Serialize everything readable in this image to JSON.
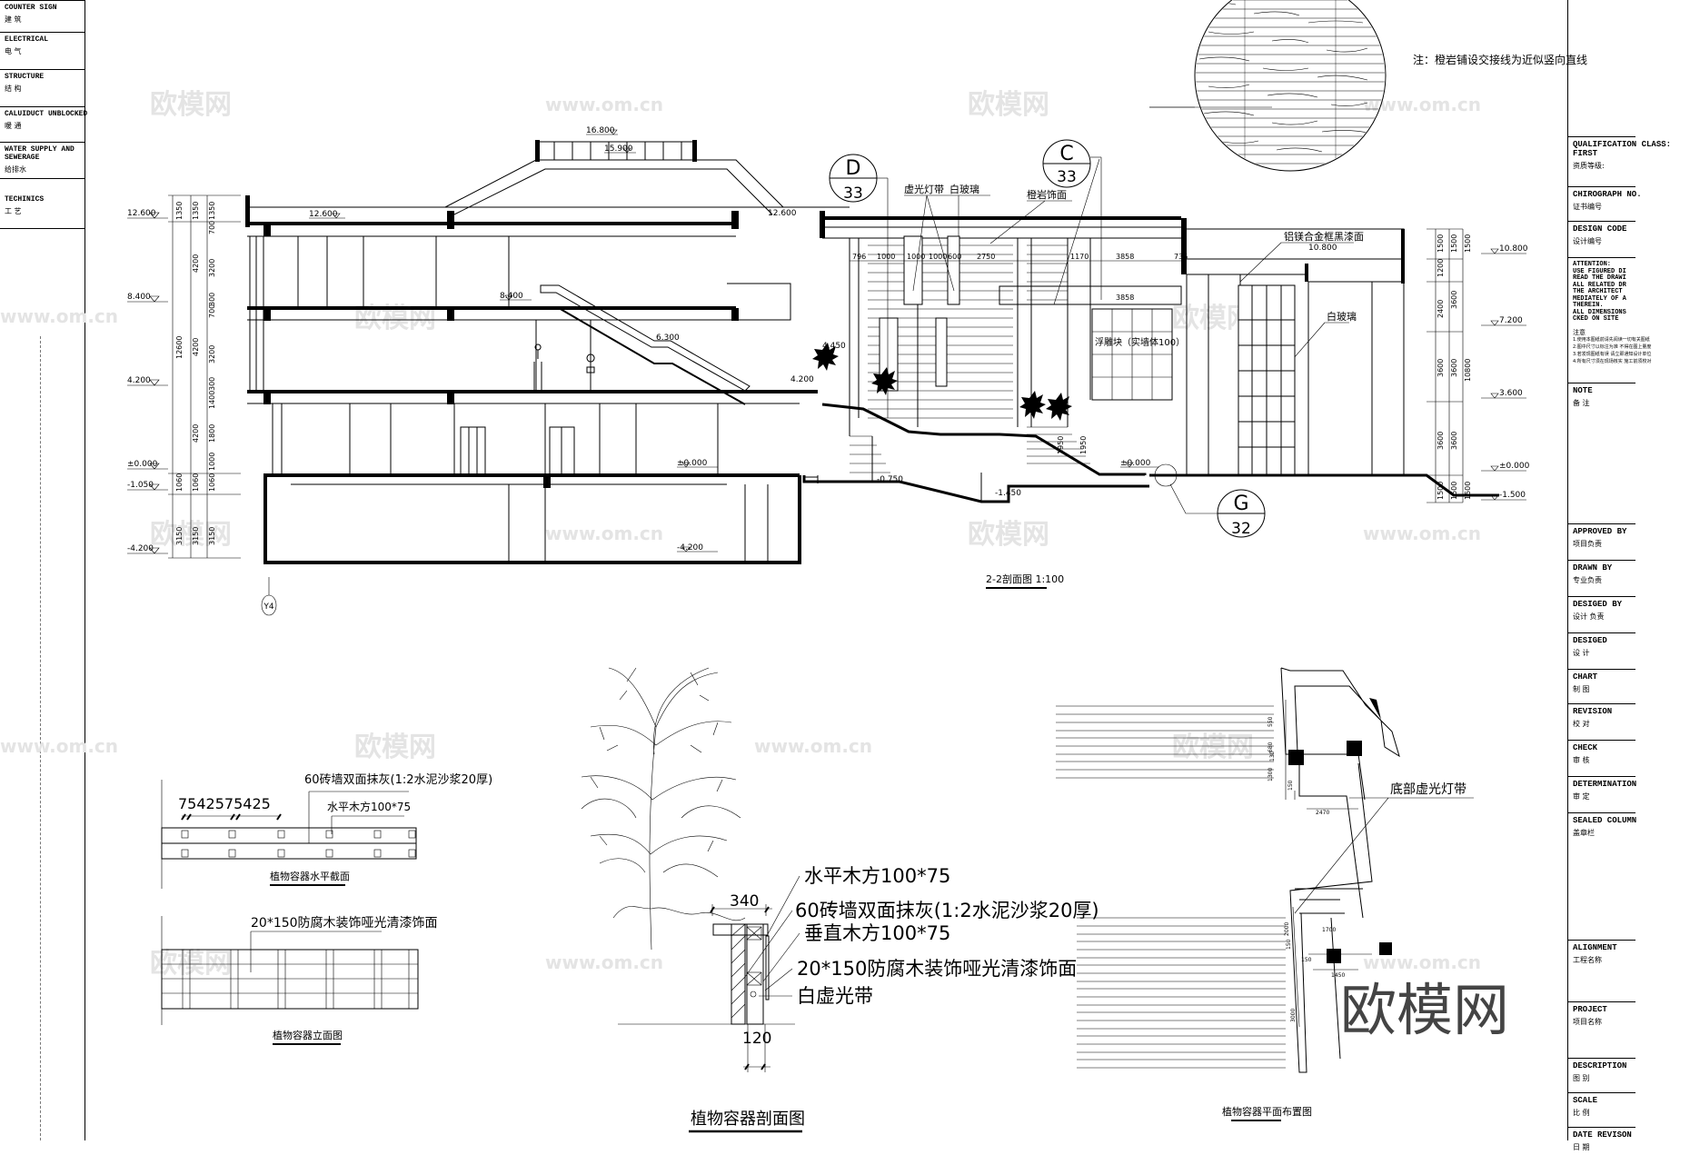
{
  "left_panel": {
    "rows": [
      {
        "en": "COUNTER SIGN",
        "cn": "建 筑"
      },
      {
        "en": "ELECTRICAL",
        "cn": "电 气"
      },
      {
        "en": "STRUCTURE",
        "cn": "结 构"
      },
      {
        "en": "CALUIDUCT UNBLOCKED",
        "cn": "暖 通"
      },
      {
        "en": "WATER SUPPLY AND SEWERAGE",
        "cn": "给排水"
      },
      {
        "en": "TECHINICS",
        "cn": "工 艺"
      }
    ]
  },
  "right_panel": {
    "rows": [
      {
        "en": "QUALIFICATION CLASS: FIRST",
        "cn": "资质等级:"
      },
      {
        "en": "CHIROGRAPH NO.",
        "cn": "证书编号"
      },
      {
        "en": "DESIGN CODE",
        "cn": "设计编号"
      }
    ],
    "attention": {
      "title": "ATTENTION:",
      "lines": [
        "USE FIGURED DI",
        "READ THE DRAWI",
        "ALL RELATED DR",
        "THE ARCHITECT",
        "MEDIATELY OF A",
        "THEREIN.",
        "ALL DIMENSIONS",
        "CKED ON SITE"
      ],
      "cn_title": "注意",
      "cn_lines": [
        "1.使用本图纸前请先阅读一切有关图纸",
        "2.图中尺寸以标注为准 不得在图上量度",
        "3.若发现图纸有误 请立即通知设计单位",
        "4.所有尺寸须在现场核实 施工前须校对"
      ]
    },
    "rows2": [
      {
        "en": "NOTE",
        "cn": "备  注"
      },
      {
        "en": "APPROVED BY",
        "cn": "项目负责"
      },
      {
        "en": "DRAWN BY",
        "cn": "专业负责"
      },
      {
        "en": "DESIGED BY",
        "cn": "设计  负责"
      },
      {
        "en": "DESIGED",
        "cn": "设 计"
      },
      {
        "en": "CHART",
        "cn": "制 图"
      },
      {
        "en": "REVISION",
        "cn": "校 对"
      },
      {
        "en": "CHECK",
        "cn": "审 核"
      },
      {
        "en": "DETERMINATION",
        "cn": "审 定"
      },
      {
        "en": "SEALED COLUMN",
        "cn": "盖章栏"
      },
      {
        "en": "ALIGNMENT",
        "cn": "工程名称"
      },
      {
        "en": "PROJECT",
        "cn": "项目名称"
      },
      {
        "en": "DESCRIPTION",
        "cn": "图 别"
      },
      {
        "en": "SCALE",
        "cn": "比 例"
      },
      {
        "en": "DATE REVISON",
        "cn": "日 期"
      }
    ]
  },
  "section_2_2": {
    "title": "2-2剖面图 1:100",
    "callouts": [
      {
        "letter": "D",
        "sheet": "33"
      },
      {
        "letter": "C",
        "sheet": "33"
      },
      {
        "letter": "G",
        "sheet": "32"
      }
    ],
    "axis_label": "Y4",
    "elevations_left": [
      "12.600",
      "8.400",
      "4.200",
      "±0.000",
      "-1.050",
      "-4.200"
    ],
    "elevations_inner": [
      "16.800",
      "15.900",
      "12.600",
      "8.400",
      "6.300",
      "4.200",
      "12.600",
      "±0.000",
      "-4.200",
      "-0.750",
      "-1.450",
      "4.450",
      "±0.000",
      "10.800"
    ],
    "elevations_right": [
      "10.800",
      "7.200",
      "3.600",
      "±0.000",
      "-1.500"
    ],
    "dims_left_col1": [
      "1350",
      "12600",
      "1060",
      "3150"
    ],
    "dims_left_col2": [
      "1350",
      "4200",
      "4200",
      "4200",
      "1060",
      "3150"
    ],
    "dims_left_col3": [
      "1350",
      "700",
      "3200",
      "300",
      "700",
      "3200",
      "300",
      "1400",
      "1800",
      "1000",
      "1060",
      "3150"
    ],
    "dims_top": [
      "796",
      "1000",
      "1000",
      "1000",
      "600",
      "2750",
      "1170",
      "3858",
      "736",
      "3858"
    ],
    "dims_right_col1": [
      "1500",
      "1200",
      "2400",
      "3600",
      "3600",
      "1500"
    ],
    "dims_right_col2": [
      "1500",
      "3600",
      "3600",
      "3600",
      "1500"
    ],
    "dims_right_col3": [
      "1500",
      "10800",
      "1500"
    ],
    "stair_heights": [
      "1950",
      "1950"
    ],
    "labels": {
      "light_strip": "虚光灯带",
      "white_glass": "白玻璃",
      "orange_rock": "橙岩饰面",
      "alu_frame": "铝镁合金框黑漆面",
      "white_glass_2": "白玻璃",
      "floating_block": "浮雕块（实墙体100）"
    }
  },
  "detail_note": "注：橙岩铺设交接线为近似竖向直线",
  "planter_horizontal": {
    "title": "植物容器水平截面",
    "dims": "7542575425",
    "label_brick": "60砖墙双面抹灰(1:2水泥沙浆20厚)",
    "label_timber": "水平木方100*75"
  },
  "planter_elevation": {
    "title": "植物容器立面图",
    "label": "20*150防腐木装饰哑光清漆饰面"
  },
  "planter_section": {
    "title": "植物容器剖面图",
    "dim_top": "340",
    "dim_bottom": "120",
    "labels": [
      "水平木方100*75",
      "60砖墙双面抹灰(1:2水泥沙浆20厚)",
      "垂直木方100*75",
      "20*150防腐木装饰哑光清漆饰面",
      "白虚光带"
    ]
  },
  "planter_plan": {
    "title": "植物容器平面布置图",
    "label": "底部虚光灯带",
    "dims": [
      "550",
      "680",
      "130",
      "1300",
      "150",
      "2470",
      "2000",
      "1700",
      "150",
      "150",
      "1450",
      "3000"
    ]
  },
  "watermarks": {
    "brand": "欧模网",
    "url": "www.om.cn"
  }
}
